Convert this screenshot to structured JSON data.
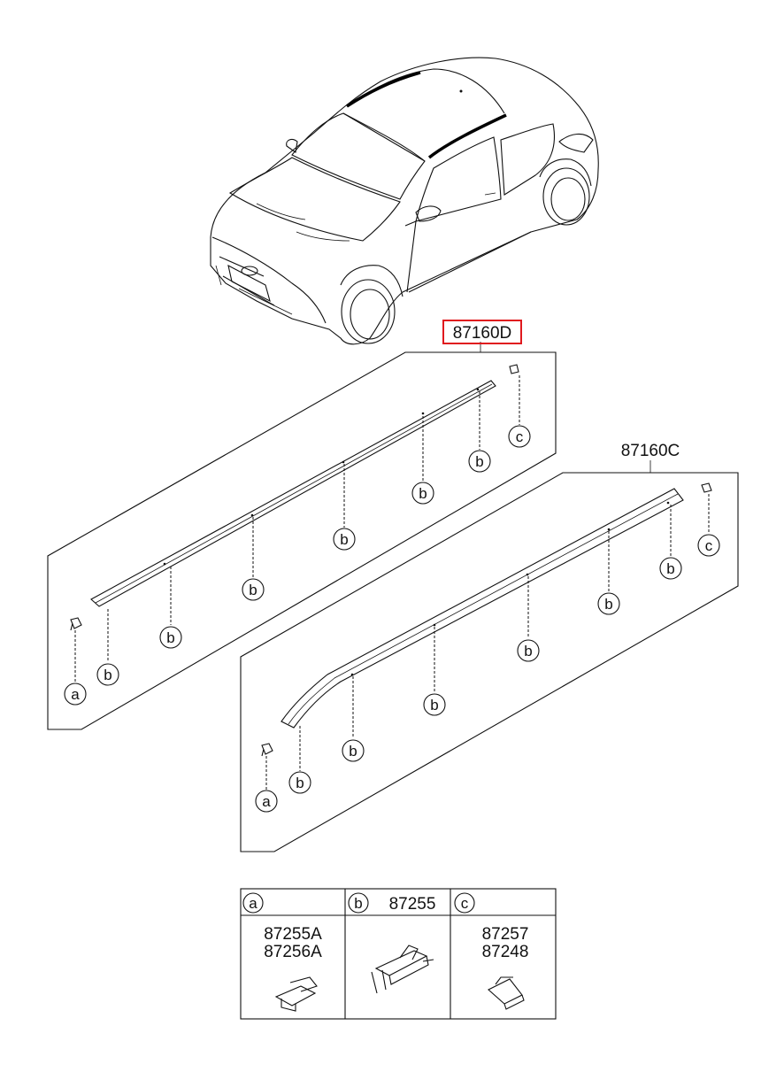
{
  "callouts": {
    "rail_left": "87160D",
    "rail_right": "87160C"
  },
  "highlight_color": "#e0191e",
  "letters": {
    "a": "a",
    "b": "b",
    "c": "c"
  },
  "legend": {
    "col_a": {
      "letter": "a",
      "parts": [
        "87255A",
        "87256A"
      ]
    },
    "col_b": {
      "letter": "b",
      "parts": [
        "87255"
      ]
    },
    "col_c": {
      "letter": "c",
      "parts": [
        "87257",
        "87248"
      ]
    }
  }
}
